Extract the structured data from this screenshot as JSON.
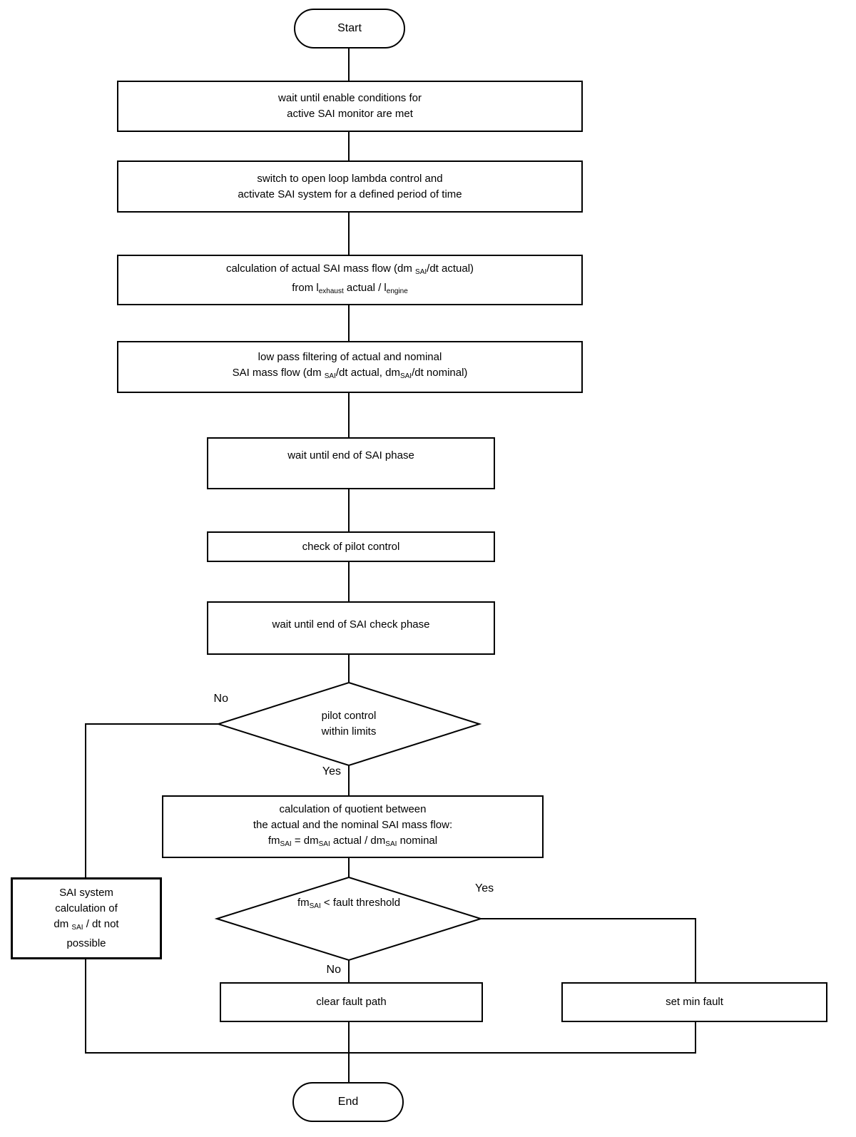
{
  "figure": {
    "type": "flowchart",
    "background": "#ffffff",
    "line_color": "#000000"
  },
  "nodes": {
    "start": {
      "shape": "terminator",
      "label": "Start"
    },
    "wait_enable": {
      "shape": "process",
      "lines": [
        [
          "wait until enable conditions for"
        ],
        [
          "active SAI monitor are met"
        ]
      ]
    },
    "switch_open_loop": {
      "shape": "process",
      "lines": [
        [
          "switch to open loop lambda control and"
        ],
        [
          "activate SAI system for a defined period of time"
        ]
      ]
    },
    "calc_actual_flow": {
      "shape": "process",
      "lines": [
        [
          "calculation of actual SAI mass flow (dm ",
          {
            "sub": "SAI"
          },
          "/dt actual)"
        ],
        [
          "from l",
          {
            "sub": "exhaust"
          },
          " actual / l",
          {
            "sub": "engine"
          }
        ]
      ]
    },
    "low_pass": {
      "shape": "process",
      "lines": [
        [
          "low pass filtering of actual and nominal"
        ],
        [
          "SAI mass flow (dm ",
          {
            "sub": "SAI"
          },
          "/dt actual, dm",
          {
            "sub": "SAI"
          },
          "/dt nominal)"
        ]
      ]
    },
    "wait_end_sai_phase": {
      "shape": "process",
      "lines": [
        [
          "wait until end of SAI phase"
        ]
      ]
    },
    "check_pilot_control": {
      "shape": "process",
      "lines": [
        [
          "check of pilot control"
        ]
      ]
    },
    "wait_end_sai_check": {
      "shape": "process",
      "lines": [
        [
          "wait until end of SAI check phase"
        ]
      ]
    },
    "pilot_within_limits": {
      "shape": "decision",
      "lines": [
        [
          "pilot control"
        ],
        [
          "within limits"
        ]
      ],
      "branch_no": "No",
      "branch_yes": "Yes"
    },
    "calc_quotient": {
      "shape": "process",
      "lines": [
        [
          "calculation of quotient between"
        ],
        [
          "the actual and the nominal SAI mass flow:"
        ],
        [
          "fm",
          {
            "sub": "SAI"
          },
          " = dm",
          {
            "sub": "SAI"
          },
          " actual / dm",
          {
            "sub": "SAI"
          },
          " nominal"
        ]
      ]
    },
    "fault_threshold": {
      "shape": "decision",
      "lines": [
        [
          "fm",
          {
            "sub": "SAI"
          },
          " < fault threshold"
        ]
      ],
      "branch_yes": "Yes",
      "branch_no": "No"
    },
    "calc_not_possible": {
      "shape": "process",
      "lines": [
        [
          "SAI system"
        ],
        [
          "calculation of"
        ],
        [
          "dm ",
          {
            "sub": "SAI"
          },
          " / dt not"
        ],
        [
          "possible"
        ]
      ]
    },
    "clear_fault_path": {
      "shape": "process",
      "lines": [
        [
          "clear fault path"
        ]
      ]
    },
    "set_min_fault": {
      "shape": "process",
      "lines": [
        [
          "set min fault"
        ]
      ]
    },
    "end": {
      "shape": "terminator",
      "label": "End"
    }
  }
}
